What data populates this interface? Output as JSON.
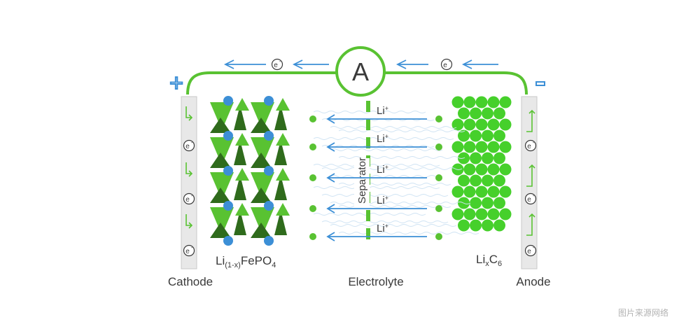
{
  "ammeter": {
    "symbol": "A"
  },
  "electron": {
    "symbol": "e",
    "charge": "-"
  },
  "terminals": {
    "positive": "+",
    "negative": "-"
  },
  "ion": {
    "symbol": "Li",
    "charge": "+"
  },
  "separator": {
    "label": "Separator"
  },
  "cathode": {
    "label": "Cathode",
    "formula": {
      "base": "Li",
      "subscript": "(1-x)",
      "rest": "FePO",
      "tail_sub": "4"
    }
  },
  "anode": {
    "label": "Anode",
    "formula": {
      "base": "Li",
      "subscript": "x",
      "rest": "C",
      "tail_sub": "6"
    }
  },
  "electrolyte": {
    "label": "Electrolyte"
  },
  "watermark": "图片来源网络",
  "colors": {
    "green": "#59c232",
    "bright_green": "#46d02b",
    "dark_green": "#2f6b1c",
    "blue": "#3c8fd6",
    "rod": "#e3e3e3",
    "text": "#3a3a3a",
    "watermark": "#b3b3b3"
  }
}
